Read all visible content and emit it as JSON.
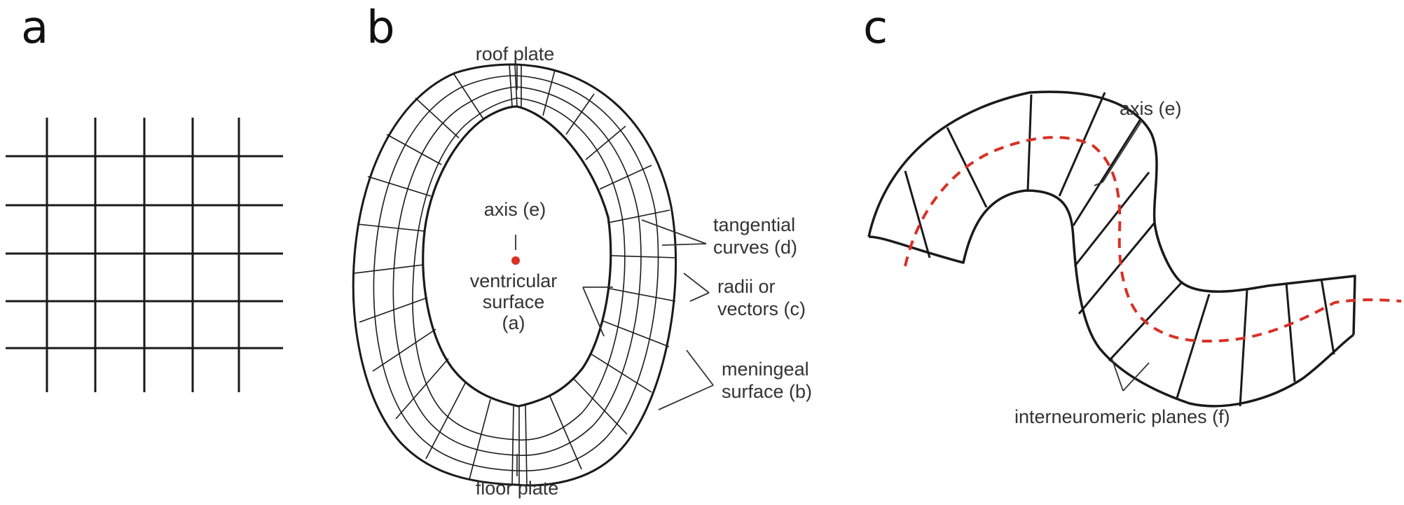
{
  "panels": [
    {
      "letter": "a"
    },
    {
      "letter": "b"
    },
    {
      "letter": "c"
    }
  ],
  "labels_b": {
    "roof_plate": "roof plate",
    "axis": "axis (e)",
    "ventricular_1": "ventricular",
    "ventricular_2": "surface",
    "ventricular_3": "(a)",
    "tangential_1": "tangential",
    "tangential_2": "curves (d)",
    "radii_1": "radii or",
    "radii_2": "vectors (c)",
    "meningeal_1": "meningeal",
    "meningeal_2": "surface (b)",
    "floor_plate": "floor plate"
  },
  "labels_c": {
    "axis": "axis (e)",
    "interneuromeric": "interneuromeric planes (f)"
  },
  "colors": {
    "line": "#1a1a1a",
    "label": "#333333",
    "axis": "#d93025"
  }
}
